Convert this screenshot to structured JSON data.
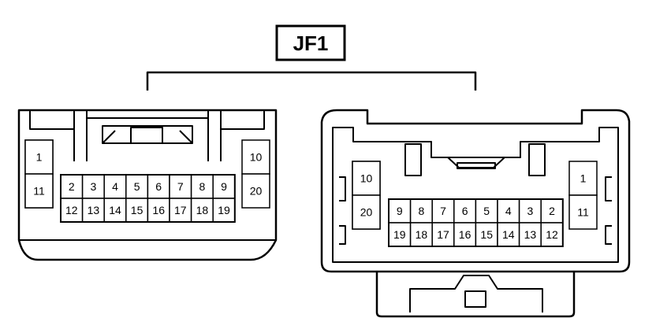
{
  "title": "JF1",
  "left_connector": {
    "side_left": {
      "top": "1",
      "bottom": "11"
    },
    "side_right": {
      "top": "10",
      "bottom": "20"
    },
    "row_top": [
      "2",
      "3",
      "4",
      "5",
      "6",
      "7",
      "8",
      "9"
    ],
    "row_bottom": [
      "12",
      "13",
      "14",
      "15",
      "16",
      "17",
      "18",
      "19"
    ]
  },
  "right_connector": {
    "side_left": {
      "top": "10",
      "bottom": "20"
    },
    "side_right": {
      "top": "1",
      "bottom": "11"
    },
    "row_top": [
      "9",
      "8",
      "7",
      "6",
      "5",
      "4",
      "3",
      "2"
    ],
    "row_bottom": [
      "19",
      "18",
      "17",
      "16",
      "15",
      "14",
      "13",
      "12"
    ]
  }
}
